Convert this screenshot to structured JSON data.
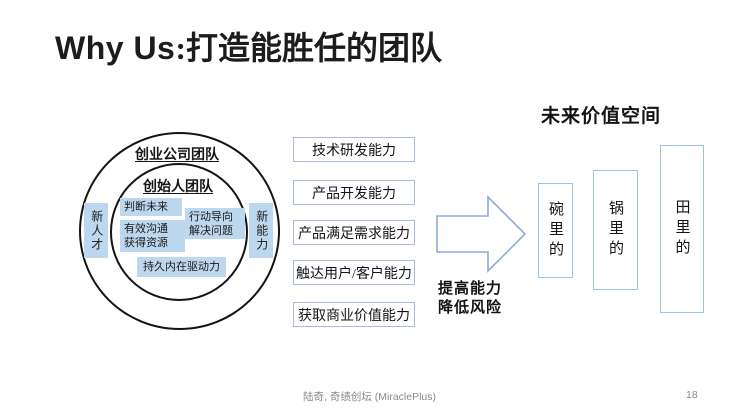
{
  "title": {
    "latin": "Why Us",
    "cjk": ":打造能胜任的团队"
  },
  "team_diagram": {
    "outer_label": "创业公司团队",
    "inner_label": "创始人团队",
    "inner_items": {
      "judge_future": "判断未来",
      "communicate_resources": "有效沟通\n获得资源",
      "action_solve": "行动导向\n解决问题",
      "intrinsic_drive": "持久内在驱动力"
    },
    "left_tag": "新人才",
    "right_tag": "新能力"
  },
  "capabilities": [
    "技术研发能力",
    "产品开发能力",
    "产品满足需求能力",
    "触达用户/客户能力",
    "获取商业价值能力"
  ],
  "arrow_caption": "提高能力\n降低风险",
  "future_value": {
    "heading": "未来价值空间",
    "boxes": [
      {
        "label": "碗里的"
      },
      {
        "label": "锅里的"
      },
      {
        "label": "田里的"
      }
    ]
  },
  "footer": {
    "credit": "陆奇, 奇绩创坛 (MiraclePlus)",
    "page_number": "18"
  },
  "colors": {
    "tag_fill": "#BDD7EE",
    "cap_border": "#A9BCD3",
    "value_border": "#9DC3E6",
    "arrow_stroke": "#8FAADC",
    "ink": "#1A1A1A",
    "muted": "#8A8A8A"
  }
}
